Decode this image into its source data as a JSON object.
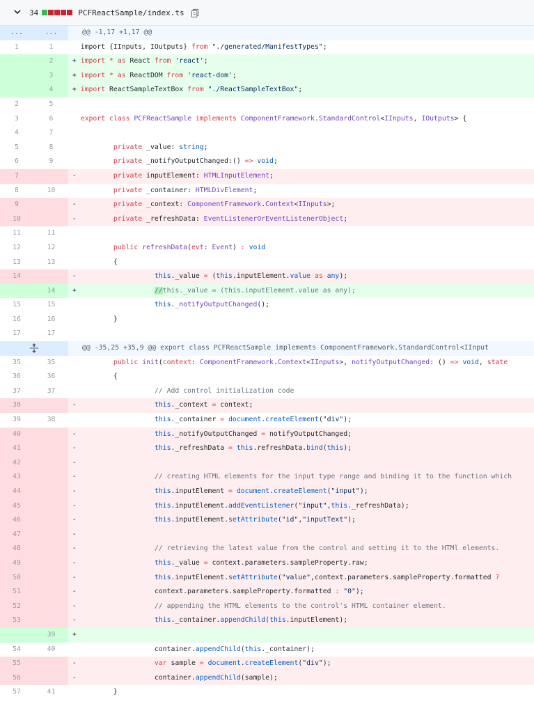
{
  "file": {
    "chevron": "⌄",
    "change_count": "34",
    "path": "PCFReactSample/index.ts",
    "bar_colors": [
      "#2cbe4e",
      "#cb2431",
      "#cb2431",
      "#cb2431",
      "#cb2431"
    ]
  },
  "hunks": [
    {
      "type": "hunk",
      "left": "...",
      "right": "...",
      "text": "@@ -1,17 +1,17 @@"
    },
    {
      "type": "ctx",
      "left": "1",
      "right": "1",
      "html": "  import {IInputs, IOutputs} <span class=\"kw\">from</span> <span class=\"st\">\"./generated/ManifestTypes\"</span>;"
    },
    {
      "type": "add",
      "left": "",
      "right": "2",
      "html": "+ <span class=\"kw\">import</span> <span class=\"kw\">*</span> <span class=\"kw\">as</span> React <span class=\"kw\">from</span> <span class=\"st\">'react'</span>;"
    },
    {
      "type": "add",
      "left": "",
      "right": "3",
      "html": "+ <span class=\"kw\">import</span> <span class=\"kw\">*</span> <span class=\"kw\">as</span> ReactDOM <span class=\"kw\">from</span> <span class=\"st\">'react-dom'</span>;"
    },
    {
      "type": "add",
      "left": "",
      "right": "4",
      "html": "+ <span class=\"kw\">import</span> ReactSampleTextBox <span class=\"kw\">from</span> <span class=\"st\">\"./ReactSampleTextBox\"</span>;"
    },
    {
      "type": "ctx",
      "left": "2",
      "right": "5",
      "html": ""
    },
    {
      "type": "ctx",
      "left": "3",
      "right": "6",
      "html": "  <span class=\"kw\">export</span> <span class=\"kw\">class</span> <span class=\"ty\">PCFReactSample</span> <span class=\"kw\">implements</span> <span class=\"ty\">ComponentFramework</span>.<span class=\"ty\">StandardControl</span>&lt;<span class=\"ty\">IInputs</span>, <span class=\"ty\">IOutputs</span>&gt; {"
    },
    {
      "type": "ctx",
      "left": "4",
      "right": "7",
      "html": ""
    },
    {
      "type": "ctx",
      "left": "5",
      "right": "8",
      "html": "          <span class=\"kw\">private</span> _value: <span class=\"fn\">string</span>;"
    },
    {
      "type": "ctx",
      "left": "6",
      "right": "9",
      "html": "          <span class=\"kw\">private</span> _notifyOutputChanged:() <span class=\"kw\">=&gt;</span> <span class=\"fn\">void</span>;"
    },
    {
      "type": "del",
      "left": "7",
      "right": "",
      "html": "-         <span class=\"kw\">private</span> inputElement: <span class=\"ty\">HTMLInputElement</span>;"
    },
    {
      "type": "ctx",
      "left": "8",
      "right": "10",
      "html": "          <span class=\"kw\">private</span> _container: <span class=\"ty\">HTMLDivElement</span>;"
    },
    {
      "type": "del",
      "left": "9",
      "right": "",
      "html": "-         <span class=\"kw\">private</span> _context: <span class=\"ty\">ComponentFramework</span>.<span class=\"ty\">Context</span>&lt;<span class=\"ty\">IInputs</span>&gt;;"
    },
    {
      "type": "del",
      "left": "10",
      "right": "",
      "html": "-         <span class=\"kw\">private</span> _refreshData: <span class=\"ty\">EventListenerOrEventListenerObject</span>;"
    },
    {
      "type": "ctx",
      "left": "11",
      "right": "11",
      "html": ""
    },
    {
      "type": "ctx",
      "left": "12",
      "right": "12",
      "html": "          <span class=\"kw\">public</span> <span class=\"ty\">refreshData</span>(<span class=\"kw\">evt</span>: <span class=\"ty\">Event</span>) <span class=\"kw\">:</span> <span class=\"fn\">void</span>"
    },
    {
      "type": "ctx",
      "left": "13",
      "right": "13",
      "html": "          {"
    },
    {
      "type": "del",
      "left": "14",
      "right": "",
      "html": "-                   <span class=\"fn\">this</span>._value <span class=\"kw\">=</span> (<span class=\"fn\">this</span>.inputElement.<span class=\"fn\">value</span> <span class=\"kw\">as</span> <span class=\"fn\">any</span>);"
    },
    {
      "type": "add",
      "left": "",
      "right": "14",
      "html": "+                   <span class=\"hl cm\">//</span><span class=\"cm\">this._value = (this.inputElement.value as any);</span>"
    },
    {
      "type": "ctx",
      "left": "15",
      "right": "15",
      "html": "                    <span class=\"fn\">this</span>.<span class=\"ty\">_notifyOutputChanged</span>();"
    },
    {
      "type": "ctx",
      "left": "16",
      "right": "16",
      "html": "          }"
    },
    {
      "type": "ctx",
      "left": "17",
      "right": "17",
      "html": ""
    },
    {
      "type": "hunk-expand",
      "left": "",
      "right": "",
      "text": "@@ -35,25 +35,9 @@ export class PCFReactSample implements ComponentFramework.StandardControl<IInput"
    },
    {
      "type": "ctx",
      "left": "35",
      "right": "35",
      "html": "          <span class=\"kw\">public</span> <span class=\"ty\">init</span>(<span class=\"kw\">context</span>: <span class=\"ty\">ComponentFramework</span>.<span class=\"ty\">Context</span>&lt;<span class=\"ty\">IInputs</span>&gt;, <span class=\"ty\">notifyOutputChanged</span>: () <span class=\"kw\">=&gt;</span> <span class=\"fn\">void</span>, <span class=\"kw\">state</span>"
    },
    {
      "type": "ctx",
      "left": "36",
      "right": "36",
      "html": "          {"
    },
    {
      "type": "ctx",
      "left": "37",
      "right": "37",
      "html": "                    <span class=\"cm\">// Add control initialization code</span>"
    },
    {
      "type": "del",
      "left": "38",
      "right": "",
      "html": "-                   <span class=\"fn\">this</span>._context <span class=\"kw\">=</span> context;"
    },
    {
      "type": "ctx",
      "left": "39",
      "right": "38",
      "html": "                    <span class=\"fn\">this</span>._container <span class=\"kw\">=</span> <span class=\"fn\">document</span>.<span class=\"fn\">createElement</span>(<span class=\"st\">\"div\"</span>);"
    },
    {
      "type": "del",
      "left": "40",
      "right": "",
      "html": "-                   <span class=\"fn\">this</span>._notifyOutputChanged <span class=\"kw\">=</span> notifyOutputChanged;"
    },
    {
      "type": "del",
      "left": "41",
      "right": "",
      "html": "-                   <span class=\"fn\">this</span>._refreshData <span class=\"kw\">=</span> <span class=\"fn\">this</span>.refreshData.<span class=\"fn\">bind</span>(<span class=\"fn\">this</span>);"
    },
    {
      "type": "del",
      "left": "42",
      "right": "",
      "html": "-"
    },
    {
      "type": "del",
      "left": "43",
      "right": "",
      "html": "-                   <span class=\"cm\">// creating HTML elements for the input type range and binding it to the function which</span>"
    },
    {
      "type": "del",
      "left": "44",
      "right": "",
      "html": "-                   <span class=\"fn\">this</span>.inputElement <span class=\"kw\">=</span> <span class=\"fn\">document</span>.<span class=\"fn\">createElement</span>(<span class=\"st\">\"input\"</span>);"
    },
    {
      "type": "del",
      "left": "45",
      "right": "",
      "html": "-                   <span class=\"fn\">this</span>.inputElement.<span class=\"fn\">addEventListener</span>(<span class=\"st\">\"input\"</span>,<span class=\"fn\">this</span>._refreshData);"
    },
    {
      "type": "del",
      "left": "46",
      "right": "",
      "html": "-                   <span class=\"fn\">this</span>.inputElement.<span class=\"fn\">setAttribute</span>(<span class=\"st\">\"id\"</span>,<span class=\"st\">\"inputText\"</span>);"
    },
    {
      "type": "del",
      "left": "47",
      "right": "",
      "html": "-"
    },
    {
      "type": "del",
      "left": "48",
      "right": "",
      "html": "-                   <span class=\"cm\">// retrieving the latest value from the control and setting it to the HTMl elements.</span>"
    },
    {
      "type": "del",
      "left": "49",
      "right": "",
      "html": "-                   <span class=\"fn\">this</span>._value <span class=\"kw\">=</span> context.parameters.sampleProperty.raw;"
    },
    {
      "type": "del",
      "left": "50",
      "right": "",
      "html": "-                   <span class=\"fn\">this</span>.inputElement.<span class=\"fn\">setAttribute</span>(<span class=\"st\">\"value\"</span>,context.parameters.sampleProperty.formatted <span class=\"kw\">?</span>"
    },
    {
      "type": "del",
      "left": "51",
      "right": "",
      "html": "-                   context.parameters.sampleProperty.formatted <span class=\"kw\">:</span> <span class=\"st\">\"0\"</span>);"
    },
    {
      "type": "del",
      "left": "52",
      "right": "",
      "html": "-                   <span class=\"cm\">// appending the HTML elements to the control's HTML container element.</span>"
    },
    {
      "type": "del",
      "left": "53",
      "right": "",
      "html": "-                   <span class=\"fn\">this</span>._container.<span class=\"fn\">appendChild</span>(<span class=\"fn\">this</span>.inputElement);"
    },
    {
      "type": "add",
      "left": "",
      "right": "39",
      "html": "+"
    },
    {
      "type": "ctx",
      "left": "54",
      "right": "40",
      "html": "                    container.<span class=\"fn\">appendChild</span>(<span class=\"fn\">this</span>._container);"
    },
    {
      "type": "del",
      "left": "55",
      "right": "",
      "html": "-                   <span class=\"kw\">var</span> sample <span class=\"kw\">=</span> <span class=\"fn\">document</span>.<span class=\"fn\">createElement</span>(<span class=\"st\">\"div\"</span>);"
    },
    {
      "type": "del",
      "left": "56",
      "right": "",
      "html": "-                   container.<span class=\"fn\">appendChild</span>(sample);"
    },
    {
      "type": "ctx",
      "left": "57",
      "right": "41",
      "html": "          }"
    }
  ]
}
